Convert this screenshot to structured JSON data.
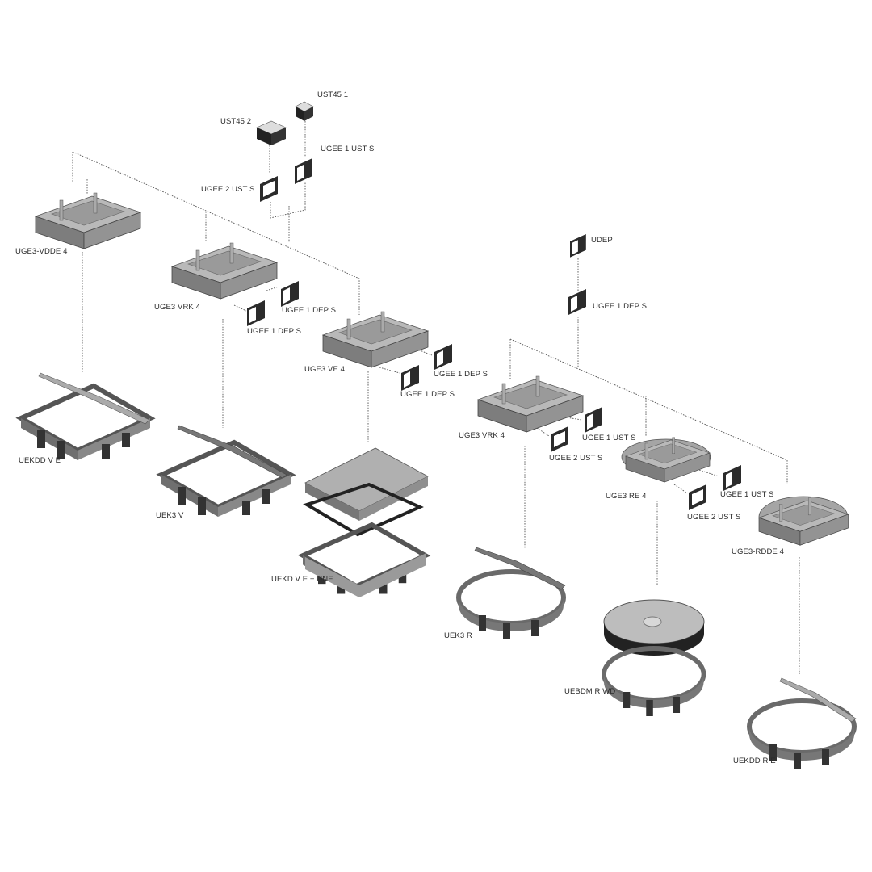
{
  "colors": {
    "metal": "#8a8a8a",
    "metal_light": "#b8b8b8",
    "metal_dark": "#5a5a5a",
    "frame": "#2b2b2b",
    "line": "#555555"
  },
  "labels": {
    "ust45_1": "UST45 1",
    "ust45_2": "UST45 2",
    "ugee1_ust_top": "UGEE 1 UST S",
    "ugee2_ust_top": "UGEE 2 UST S",
    "uge3_vdde4": "UGE3-VDDE 4",
    "uge3_vrk4_left": "UGE3 VRK 4",
    "ugee1_dep_a": "UGEE 1 DEP S",
    "ugee1_dep_b": "UGEE 1 DEP S",
    "udep": "UDEP",
    "ugee1_dep_c": "UGEE 1 DEP S",
    "uge3_ve4": "UGE3 VE 4",
    "ugee1_dep_d": "UGEE 1 DEP S",
    "ugee1_dep_e": "UGEE 1 DEP S",
    "uge3_vrk4_right": "UGE3 VRK 4",
    "ugee1_ust_a": "UGEE 1 UST S",
    "ugee2_ust_a": "UGEE 2 UST S",
    "uge3_re4": "UGE3 RE 4",
    "ugee1_ust_b": "UGEE 1 UST S",
    "ugee2_ust_b": "UGEE 2 UST S",
    "uge3_rdde4": "UGE3-RDDE 4",
    "uekdd_v_e": "UEKDD V E",
    "uek3_v": "UEK3 V",
    "uekd_v_e_une": "UEKD V E + UNE",
    "uek3_r": "UEK3 R",
    "uebdm_r_wd": "UEBDM R WD",
    "uekdd_r_e": "UEKDD R E"
  }
}
